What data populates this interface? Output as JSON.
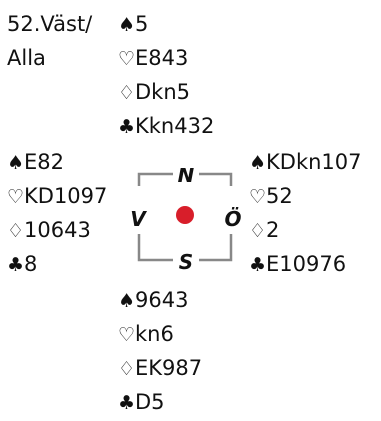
{
  "board": {
    "number_label": "52.Väst/",
    "vulnerability": "Alla"
  },
  "compass": {
    "north": "N",
    "south": "S",
    "west": "V",
    "east": "Ö",
    "dot_color": "#d81e2a"
  },
  "suit_symbols": {
    "spades": "♠",
    "hearts": "♡",
    "diamonds": "♢",
    "clubs": "♣"
  },
  "hands": {
    "north": {
      "spades": "5",
      "hearts": "E843",
      "diamonds": "Dkn5",
      "clubs": "Kkn432"
    },
    "west": {
      "spades": "E82",
      "hearts": "KD1097",
      "diamonds": "10643",
      "clubs": "8"
    },
    "east": {
      "spades": "KDkn107",
      "hearts": "52",
      "diamonds": "2",
      "clubs": "E10976"
    },
    "south": {
      "spades": "9643",
      "hearts": "kn6",
      "diamonds": "EK987",
      "clubs": "D5"
    }
  }
}
